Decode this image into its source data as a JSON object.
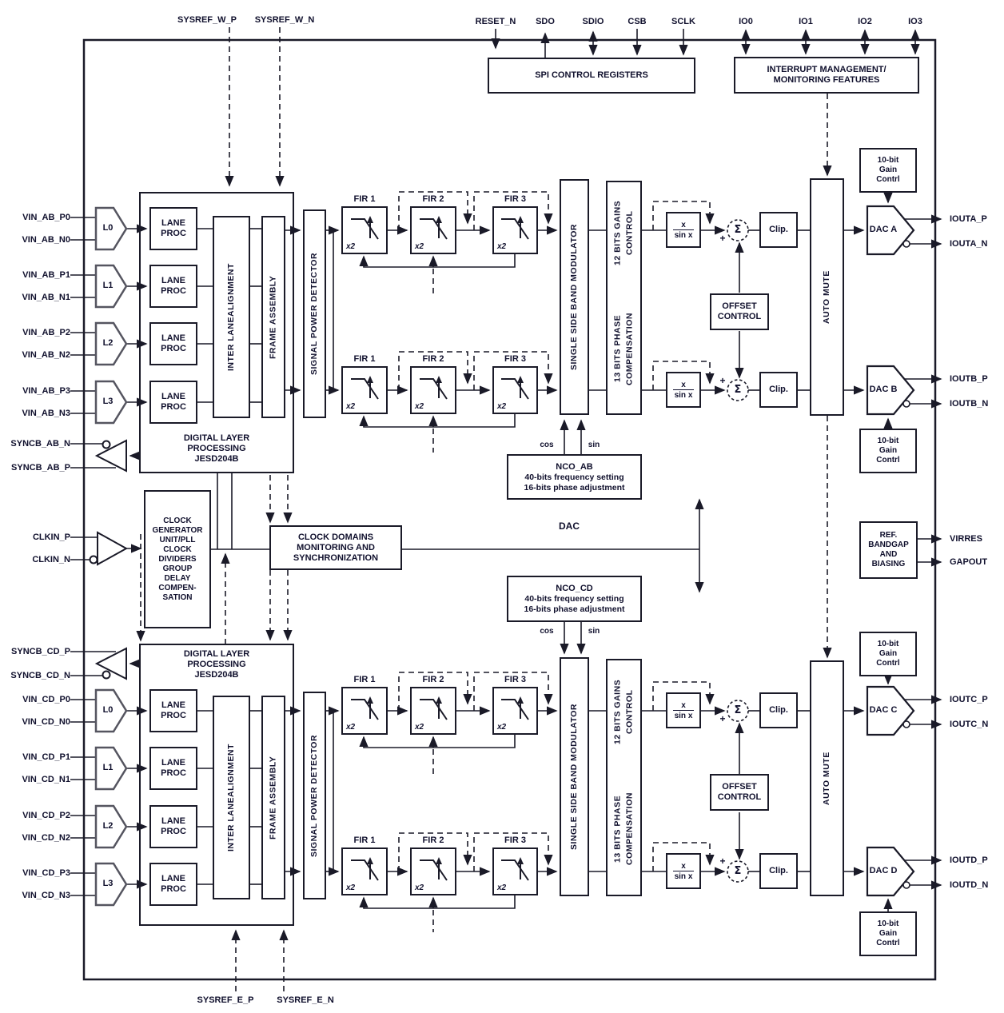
{
  "pins": {
    "sysref_w_p": "SYSREF_W_P",
    "sysref_w_n": "SYSREF_W_N",
    "reset_n": "RESET_N",
    "sdo": "SDO",
    "sdio": "SDIO",
    "csb": "CSB",
    "sclk": "SCLK",
    "io": [
      "IO0",
      "IO1",
      "IO2",
      "IO3"
    ],
    "vin_ab": [
      "VIN_AB_P0",
      "VIN_AB_N0",
      "VIN_AB_P1",
      "VIN_AB_N1",
      "VIN_AB_P2",
      "VIN_AB_N2",
      "VIN_AB_P3",
      "VIN_AB_N3"
    ],
    "vin_cd": [
      "VIN_CD_P0",
      "VIN_CD_N0",
      "VIN_CD_P1",
      "VIN_CD_N1",
      "VIN_CD_P2",
      "VIN_CD_N2",
      "VIN_CD_P3",
      "VIN_CD_N3"
    ],
    "syncb_ab_n": "SYNCB_AB_N",
    "syncb_ab_p": "SYNCB_AB_P",
    "syncb_cd_p": "SYNCB_CD_P",
    "syncb_cd_n": "SYNCB_CD_N",
    "clkin_p": "CLKIN_P",
    "clkin_n": "CLKIN_N",
    "iouta_p": "IOUTA_P",
    "iouta_n": "IOUTA_N",
    "ioutb_p": "IOUTB_P",
    "ioutb_n": "IOUTB_N",
    "ioutc_p": "IOUTC_P",
    "ioutc_n": "IOUTC_N",
    "ioutd_p": "IOUTD_P",
    "ioutd_n": "IOUTD_N",
    "virres": "VIRRES",
    "gapout": "GAPOUT",
    "sysref_e_p": "SYSREF_E_P",
    "sysref_e_n": "SYSREF_E_N"
  },
  "buffers": {
    "l0": "L0",
    "l1": "L1",
    "l2": "L2",
    "l3": "L3"
  },
  "blocks": {
    "spi": "SPI CONTROL REGISTERS",
    "interrupt": [
      "INTERRUPT MANAGEMENT/",
      "MONITORING FEATURES"
    ],
    "lane_proc": "LANE PROC",
    "inter_lane": [
      "INTER LANE",
      "ALIGNMENT"
    ],
    "frame_assembly": "FRAME ASSEMBLY",
    "signal_power_detector": "SIGNAL POWER DETECTOR",
    "digital_layer": [
      "DIGITAL LAYER",
      "PROCESSING",
      "JESD204B"
    ],
    "fir": [
      "FIR 1",
      "FIR 2",
      "FIR 3"
    ],
    "x2": "x2",
    "ssb_modulator": "SINGLE SIDE BAND MODULATOR",
    "phase_comp": [
      "13 BITS PHASE COMPENSATION",
      "12 BITS GAINS CONTROL"
    ],
    "x_sin_num": "x",
    "x_sin_den": "sin x",
    "sigma": "Σ",
    "plus": "+",
    "clip": "Clip.",
    "offset_control": "OFFSET CONTROL",
    "auto_mute": "AUTO MUTE",
    "gain": [
      "10-bit",
      "Gain",
      "Contrl"
    ],
    "dac_a": "DAC A",
    "dac_b": "DAC B",
    "dac_c": "DAC C",
    "dac_d": "DAC D",
    "nco_ab": "NCO_AB",
    "nco_cd": "NCO_CD",
    "nco_lines": [
      "40-bits frequency setting",
      "16-bits phase adjustment"
    ],
    "cos": "cos",
    "sin": "sin",
    "clock_generator": [
      "CLOCK",
      "GENERATOR",
      "UNIT/PLL",
      "CLOCK",
      "DIVIDERS",
      "GROUP",
      "DELAY",
      "COMPEN-",
      "SATION"
    ],
    "clock_domains": [
      "CLOCK DOMAINS",
      "MONITORING AND",
      "SYNCHRONIZATION"
    ],
    "dac_clock": "DAC",
    "ref_bandgap": [
      "REF.",
      "BANDGAP",
      "AND",
      "BIASING"
    ]
  },
  "colors": {
    "line": "#1a1a28",
    "text": "#10102d",
    "background": "#ffffff"
  }
}
